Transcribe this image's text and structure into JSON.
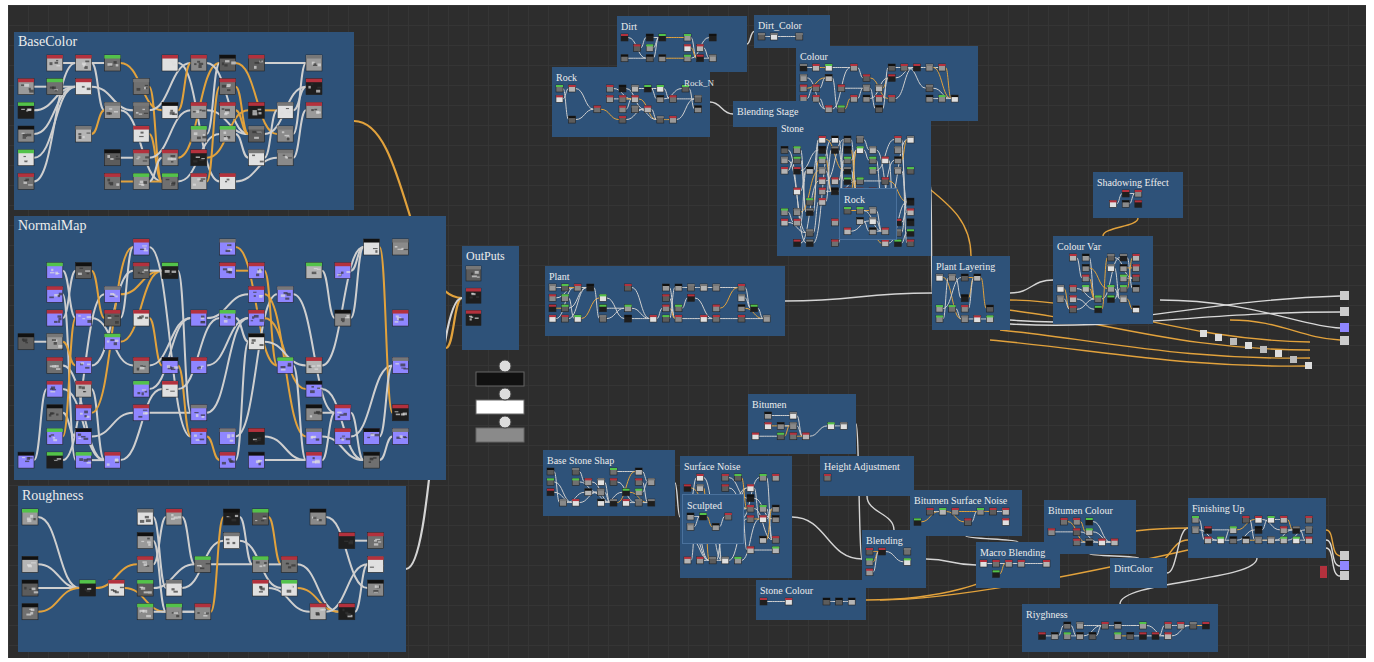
{
  "diagram": {
    "nodes": [
      {
        "text": [
          "BaseColor"
        ]
      },
      {
        "text": [
          "NormalMap"
        ]
      },
      {
        "text": [
          "Roughness"
        ]
      },
      {
        "text": [
          "OutPuts"
        ]
      },
      {
        "text": [
          "Dirt"
        ]
      },
      {
        "text": [
          "Dirt_Color"
        ]
      },
      {
        "text": [
          "Colour"
        ]
      },
      {
        "text": [
          "Rock"
        ]
      },
      {
        "text": [
          "Blending Stage"
        ]
      },
      {
        "text": [
          "Stone"
        ]
      },
      {
        "text": [
          "Rock"
        ],
        "in": 9
      },
      {
        "text": [
          "Shadowing Effect"
        ]
      },
      {
        "text": [
          "Colour Var"
        ]
      },
      {
        "text": [
          "Plant Layering"
        ]
      },
      {
        "text": [
          "Plant"
        ]
      },
      {
        "text": [
          "Bitumen"
        ]
      },
      {
        "text": [
          "Base Stone Shap"
        ]
      },
      {
        "text": [
          "Surface Noise"
        ]
      },
      {
        "text": [
          "Sculpted"
        ],
        "in": 17
      },
      {
        "text": [
          "Height Adjustment"
        ]
      },
      {
        "text": [
          "Bitumen Surface Noise"
        ]
      },
      {
        "text": [
          "Blending"
        ]
      },
      {
        "text": [
          "Bitumen Colour"
        ]
      },
      {
        "text": [
          "Macro Blending"
        ]
      },
      {
        "text": [
          "DirtColor"
        ]
      },
      {
        "text": [
          "Finishing Up"
        ]
      },
      {
        "text": [
          "Stone Colour"
        ]
      },
      {
        "text": [
          "Riyghness"
        ]
      }
    ],
    "edges": [
      {
        "from": 0,
        "to": 3,
        "arrow": "none"
      },
      {
        "from": 1,
        "to": 3,
        "arrow": "none"
      },
      {
        "from": 2,
        "to": 3,
        "arrow": "none"
      },
      {
        "from": 4,
        "to": 5,
        "arrow": "none"
      },
      {
        "from": 7,
        "to": 8,
        "arrow": "none"
      },
      {
        "from": 8,
        "to": 6,
        "arrow": "none"
      },
      {
        "from": 6,
        "to": 13,
        "arrow": "none"
      },
      {
        "from": 9,
        "to": 13,
        "arrow": "none"
      },
      {
        "from": 14,
        "to": 13,
        "arrow": "none"
      },
      {
        "from": 13,
        "to": 12,
        "arrow": "none"
      },
      {
        "from": 11,
        "to": 12,
        "arrow": "none"
      },
      {
        "from": 16,
        "to": 17,
        "arrow": "none"
      },
      {
        "from": 17,
        "to": 21,
        "arrow": "none"
      },
      {
        "from": 15,
        "to": 21,
        "arrow": "none"
      },
      {
        "from": 19,
        "to": 21,
        "arrow": "none"
      },
      {
        "from": 20,
        "to": 23,
        "arrow": "none"
      },
      {
        "from": 21,
        "to": 23,
        "arrow": "none"
      },
      {
        "from": 23,
        "to": 22,
        "arrow": "none"
      },
      {
        "from": 22,
        "to": 24,
        "arrow": "none"
      },
      {
        "from": 24,
        "to": 25,
        "arrow": "none"
      },
      {
        "from": 26,
        "to": 25,
        "arrow": "none"
      },
      {
        "from": 27,
        "to": 25,
        "arrow": "none"
      }
    ],
    "labels": [
      "Rock_N"
    ]
  }
}
